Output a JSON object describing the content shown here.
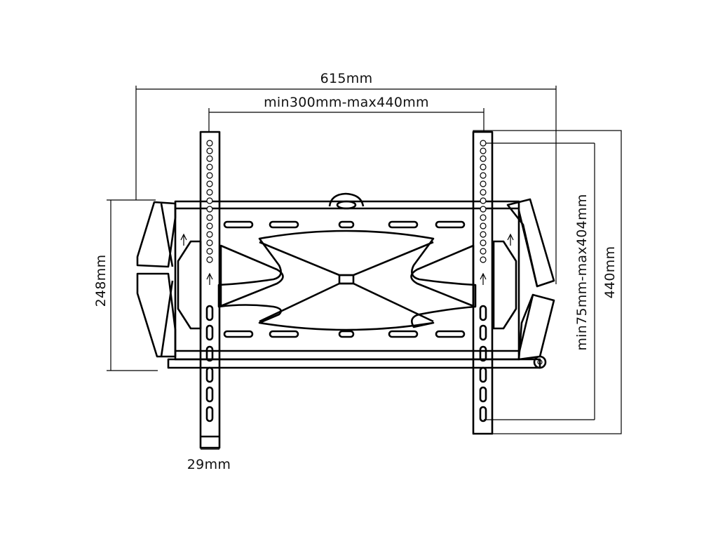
{
  "diagram": {
    "labels": {
      "total_width": "615mm",
      "vesa_horizontal": "min300mm-max440mm",
      "height": "248mm",
      "vesa_vertical": "min75mm-max404mm",
      "vesa_vertical_max": "440mm",
      "rail_width": "29mm"
    }
  }
}
